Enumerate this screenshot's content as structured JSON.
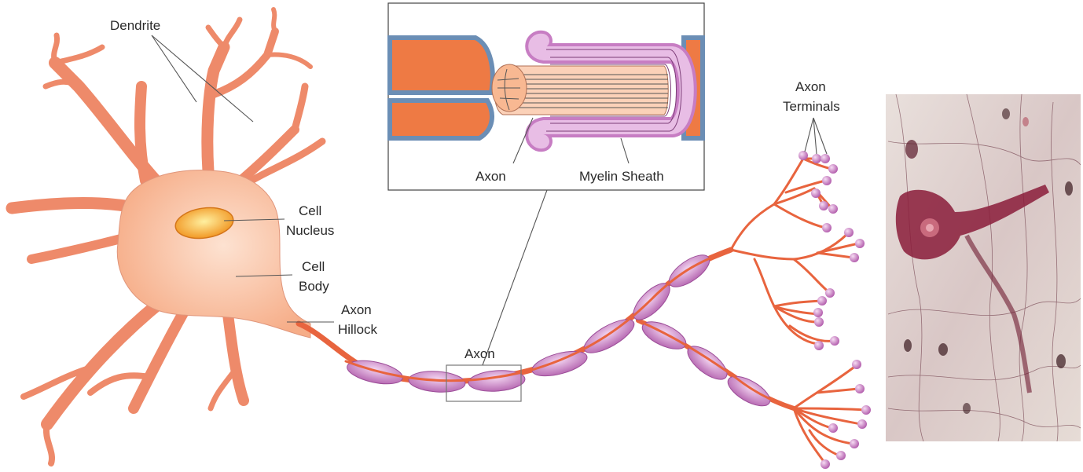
{
  "labels": {
    "dendrite": "Dendrite",
    "cell_nucleus_line1": "Cell",
    "cell_nucleus_line2": "Nucleus",
    "cell_body_line1": "Cell",
    "cell_body_line2": "Body",
    "axon_hillock_line1": "Axon",
    "axon_hillock_line2": "Hillock",
    "axon": "Axon",
    "axon_terminals_line1": "Axon",
    "axon_terminals_line2": "Terminals",
    "inset_axon": "Axon",
    "inset_myelin_sheath": "Myelin Sheath"
  },
  "colors": {
    "cell_body": "#fbc9ac",
    "dendrite": "#f3a586",
    "axon": "#e8643e",
    "nucleus": "#f5a623",
    "myelin": "#c77dc3",
    "terminal_bulb": "#c77dc3",
    "inset_axon_core": "#ee7a44",
    "micrograph_stain": "#8a1c3a"
  }
}
